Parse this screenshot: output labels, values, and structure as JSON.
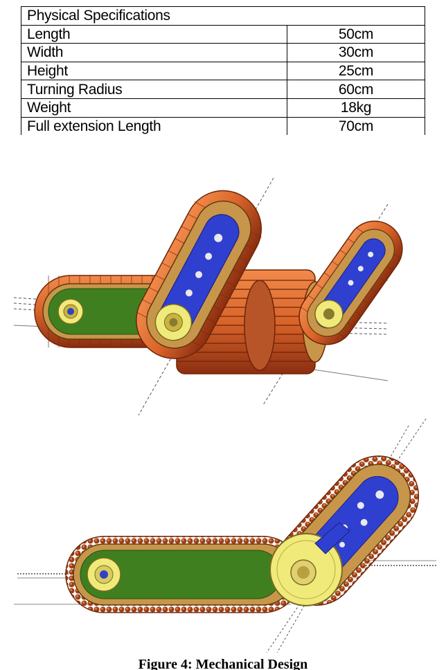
{
  "specs": {
    "title": "Physical Specifications",
    "rows": [
      {
        "label": "Length",
        "value": "50cm"
      },
      {
        "label": "Width",
        "value": "30cm"
      },
      {
        "label": "Height",
        "value": "25cm"
      },
      {
        "label": "Turning Radius",
        "value": "60cm"
      },
      {
        "label": "Weight",
        "value": "18kg"
      },
      {
        "label": "Full extension Length",
        "value": "70cm"
      }
    ]
  },
  "figure": {
    "caption": "Figure 4: Mechanical Design",
    "colors": {
      "track": "#d9642a",
      "track_dark": "#8a2e10",
      "belt": "#c8964a",
      "body": "#3f7f1f",
      "arm": "#2f3fd0",
      "wheel": "#f0ea7a",
      "hub": "#3040c8"
    }
  }
}
